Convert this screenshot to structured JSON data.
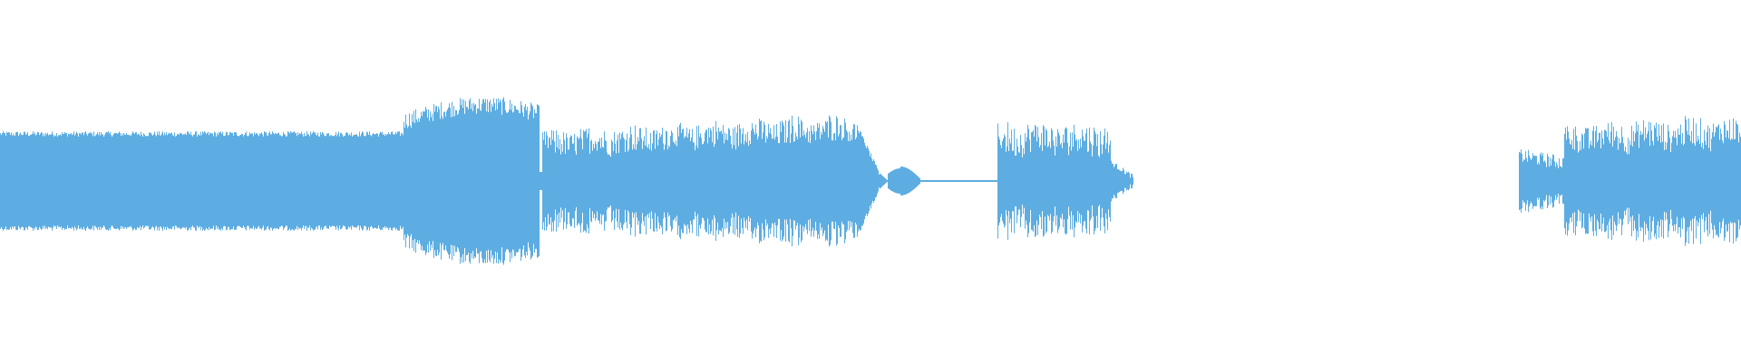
{
  "waveform": {
    "color": "#5DADE2",
    "background": "#FFFFFF",
    "duration_scale": [
      0,
      1920
    ],
    "amplitude_scale": [
      0,
      1
    ],
    "segments": [
      {
        "type": "block",
        "x": [
          0,
          445
        ],
        "envelope": [
          0.26,
          0.26
        ],
        "roughness": 0.015
      },
      {
        "type": "block",
        "x": [
          445,
          595
        ],
        "envelope": [
          0.33,
          0.42
        ],
        "roughness": 0.05,
        "shape": "rise"
      },
      {
        "type": "gap-dip",
        "x": [
          593,
          598
        ]
      },
      {
        "type": "block",
        "x": [
          598,
          945
        ],
        "envelope": [
          0.21,
          0.3
        ],
        "roughness": 0.07,
        "shape": "bursty"
      },
      {
        "type": "taper",
        "x": [
          945,
          970
        ],
        "envelope": [
          0.3,
          0.03
        ]
      },
      {
        "type": "lobe",
        "x": [
          970,
          1015
        ],
        "peak": 0.07
      },
      {
        "type": "thin-line",
        "x": [
          1015,
          1100
        ],
        "amplitude": 0.005
      },
      {
        "type": "block",
        "x": [
          1100,
          1225
        ],
        "envelope": [
          0.24,
          0.24
        ],
        "roughness": 0.09,
        "shape": "bursty"
      },
      {
        "type": "taper",
        "x": [
          1225,
          1250
        ],
        "envelope": [
          0.1,
          0.02
        ]
      },
      {
        "type": "silence",
        "x": [
          1250,
          1675
        ]
      },
      {
        "type": "block",
        "x": [
          1675,
          1725
        ],
        "envelope": [
          0.14,
          0.1
        ],
        "roughness": 0.04
      },
      {
        "type": "block",
        "x": [
          1725,
          1920
        ],
        "envelope": [
          0.24,
          0.28
        ],
        "roughness": 0.08,
        "shape": "bursty"
      }
    ]
  }
}
